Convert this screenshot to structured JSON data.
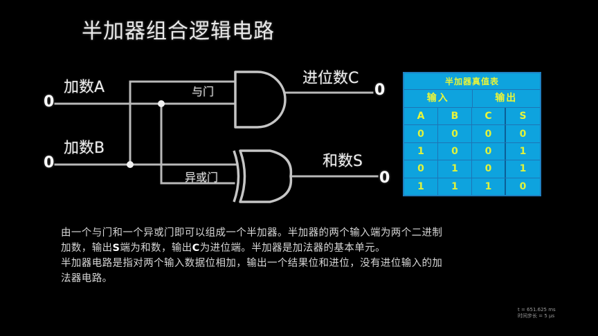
{
  "page": {
    "title": "半加器组合逻辑电路",
    "background_color": "#000000"
  },
  "circuit": {
    "input_a_label": "加数A",
    "input_a_value": "0",
    "input_b_label": "加数B",
    "input_b_value": "0",
    "and_gate_label": "与门",
    "xor_gate_label": "异或门",
    "output_c_label": "进位数C",
    "output_c_value": "0",
    "output_s_label": "和数S",
    "output_s_value": "0",
    "wire_color": "#b9b9b9"
  },
  "truth_table": {
    "title": "半加器真值表",
    "group_headers": [
      "输入",
      "输出"
    ],
    "columns": [
      "A",
      "B",
      "C",
      "S"
    ],
    "rows": [
      [
        "0",
        "0",
        "0",
        "0"
      ],
      [
        "1",
        "0",
        "0",
        "1"
      ],
      [
        "0",
        "1",
        "0",
        "1"
      ],
      [
        "1",
        "1",
        "1",
        "0"
      ]
    ],
    "background_color": "#0ea3de",
    "text_color": "#e8f53a",
    "border_color": "#1d74b5"
  },
  "description": {
    "line1": "由一个与门和一个异或门即可以组成一个半加器。半加器的两个输入端为两个二进制",
    "line2_a": "加数，输出",
    "line2_s": "S",
    "line2_b": "端为和数，输出",
    "line2_c": "C",
    "line2_d": "为进位端。半加器是加法器的基本单元。",
    "line3": "半加器电路是指对两个输入数据位相加，输出一个结果位和进位，没有进位输入的加",
    "line4": "法器电路。"
  },
  "status": {
    "time": "t = 651.625 ms",
    "step": "时间步长 = 5 μs"
  }
}
